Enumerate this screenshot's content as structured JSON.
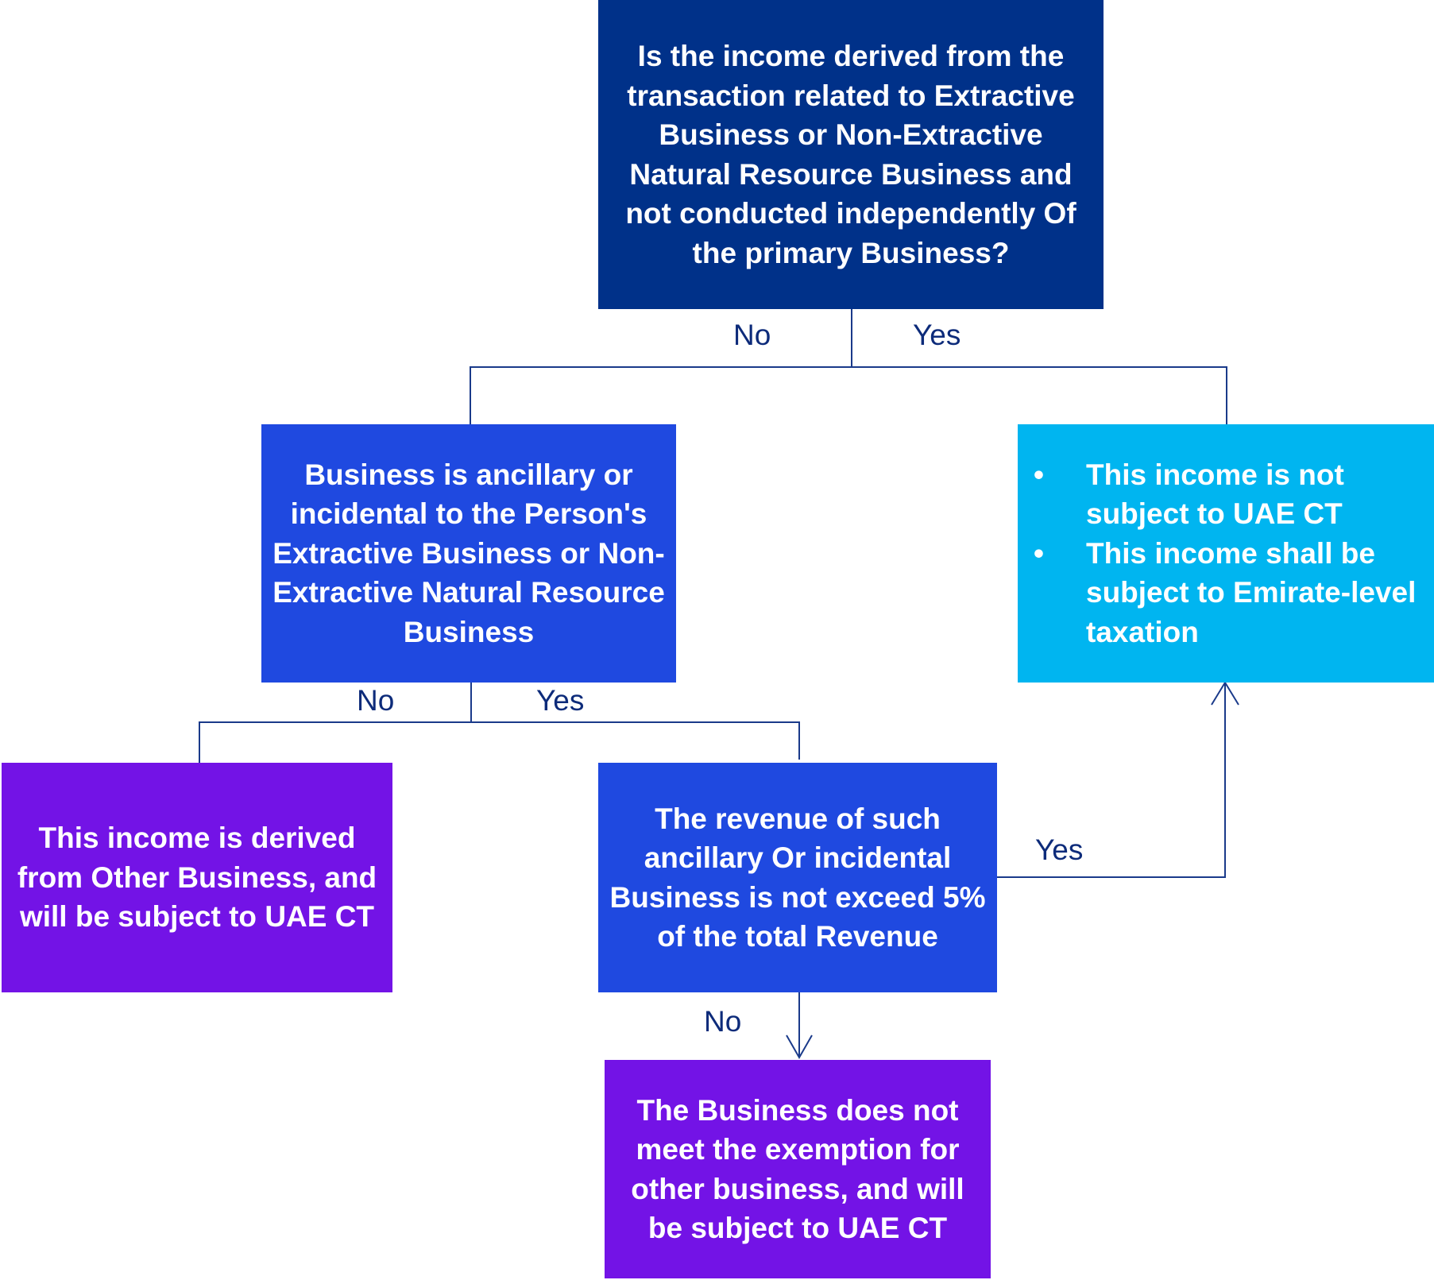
{
  "colors": {
    "navy": "#003189",
    "blue": "#1f49e0",
    "cyan": "#00b5f0",
    "purple": "#7313e6",
    "line": "#1a3a8a"
  },
  "nodes": {
    "q1": "Is the income derived from the transaction related to Extractive Business or Non-Extractive Natural Resource Business and not conducted independently Of the primary Business?",
    "q2": "Business is ancillary or incidental to the Person's Extractive Business or Non-Extractive Natural Resource Business",
    "exempt_bullets": [
      "This income is not subject to UAE CT",
      "This income shall be subject to Emirate-level taxation"
    ],
    "other_business": "This income is derived from Other Business, and will be subject to UAE CT",
    "q3": "The revenue of such ancillary Or incidental Business is not exceed 5% of the total Revenue",
    "not_exempt": "The Business does not meet the exemption for other business, and will be subject to UAE CT"
  },
  "edges": {
    "q1_no": "No",
    "q1_yes": "Yes",
    "q2_no": "No",
    "q2_yes": "Yes",
    "q3_yes": "Yes",
    "q3_no": "No"
  }
}
